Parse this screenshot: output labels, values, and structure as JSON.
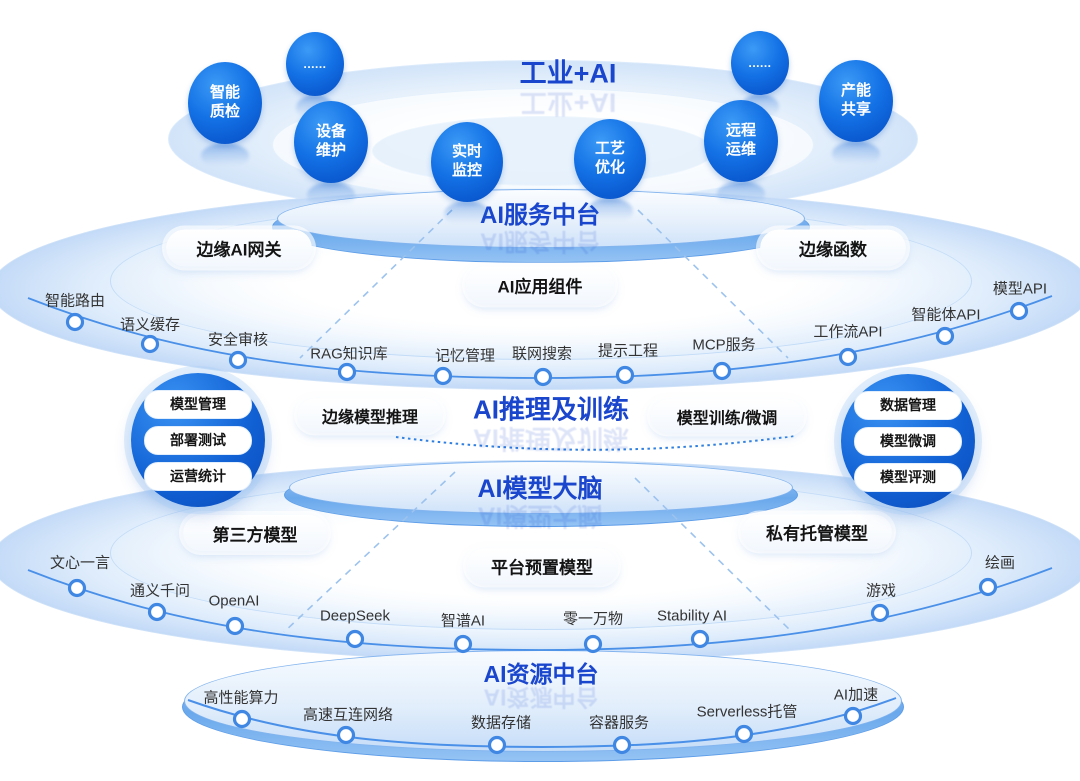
{
  "top": {
    "title": "工业+AI",
    "bubbles": [
      "智能质检",
      "......",
      "设备维护",
      "实时监控",
      "工艺优化",
      "远程运维",
      "......",
      "产能共享"
    ]
  },
  "service_layer": {
    "title": "AI服务中台",
    "left_pill": "边缘AI网关",
    "right_pill": "边缘函数",
    "center_pill": "AI应用组件",
    "ring_items": [
      "智能路由",
      "语义缓存",
      "安全审核",
      "RAG知识库",
      "记忆管理",
      "联网搜索",
      "提示工程",
      "MCP服务",
      "工作流API",
      "智能体API",
      "模型API"
    ]
  },
  "inference_layer": {
    "title": "AI推理及训练",
    "left_pill": "边缘模型推理",
    "right_pill": "模型训练/微调",
    "left_circle": [
      "模型管理",
      "部署测试",
      "运营统计"
    ],
    "right_circle": [
      "数据管理",
      "模型微调",
      "模型评测"
    ]
  },
  "model_layer": {
    "title": "AI模型大脑",
    "left_pill": "第三方模型",
    "right_pill": "私有托管模型",
    "center_pill": "平台预置模型",
    "ring_items": [
      "文心一言",
      "通义千问",
      "OpenAI",
      "DeepSeek",
      "智谱AI",
      "零一万物",
      "Stability AI",
      "游戏",
      "绘画"
    ]
  },
  "resource_layer": {
    "title": "AI资源中台",
    "ring_items": [
      "高性能算力",
      "高速互连网络",
      "数据存储",
      "容器服务",
      "Serverless托管",
      "AI加速"
    ]
  },
  "colors": {
    "title_blue": "#1a46cd",
    "bubble_blue": "#0a58cf",
    "arc_blue": "#4a90e8",
    "node_stroke": "#3f87e2",
    "circle_blue": "#0d52c4"
  }
}
